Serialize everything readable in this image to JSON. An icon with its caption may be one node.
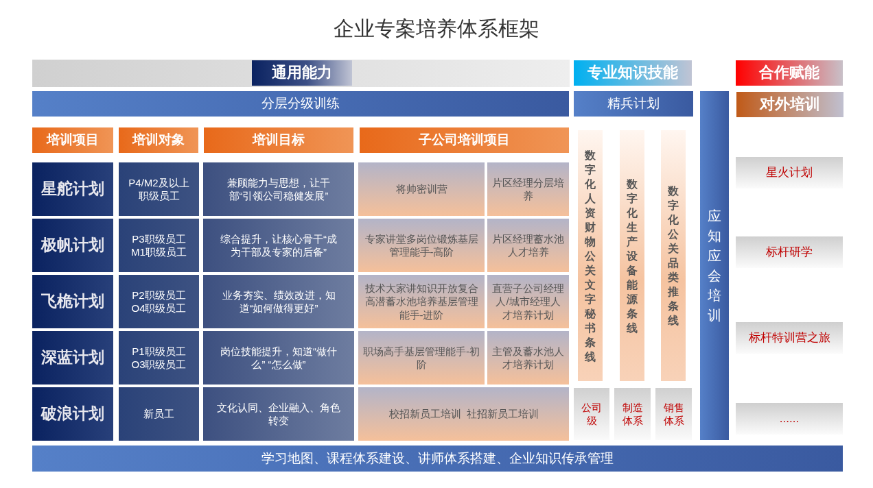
{
  "diagram": {
    "title": "企业专案培养体系框架",
    "nodes": [
      {
        "text": [],
        "shape": "bar"
      },
      {
        "text": [
          "通用能力"
        ],
        "in": 0
      },
      {
        "text": [
          "专业知识技能"
        ]
      },
      {
        "text": [
          "合作赋能"
        ]
      },
      {
        "text": [
          "分层分级训练"
        ]
      },
      {
        "text": [
          "精兵计划"
        ]
      },
      {
        "text": [
          "应知应会培训"
        ]
      },
      {
        "text": [
          "对外培训"
        ]
      },
      {
        "text": [
          "培训项目"
        ]
      },
      {
        "text": [
          "培训对象"
        ]
      },
      {
        "text": [
          "培训目标"
        ]
      },
      {
        "text": [
          "子公司培训项目"
        ]
      },
      {
        "text": [
          "星舵计划"
        ]
      },
      {
        "text": [
          "P4/M2及以上职级员工"
        ]
      },
      {
        "text": [
          "兼顾能力与思想，让干部“引领公司稳健发展”"
        ]
      },
      {
        "text": [
          "将帅密训营"
        ]
      },
      {
        "text": [
          "片区经理分层培养"
        ]
      },
      {
        "text": [
          "极帆计划"
        ]
      },
      {
        "text": [
          "P3职级员工M1职级员工"
        ]
      },
      {
        "text": [
          "综合提升，让核心骨干“成为干部及专家的后备”"
        ]
      },
      {
        "text": [
          "专家讲堂多岗位锻炼基层管理能手-高阶"
        ]
      },
      {
        "text": [
          "片区经理蓄水池人才培养"
        ]
      },
      {
        "text": [
          "飞桅计划"
        ]
      },
      {
        "text": [
          "P2职级员工O4职级员工"
        ]
      },
      {
        "text": [
          "业务夯实、绩效改进，知道“如何做得更好”"
        ]
      },
      {
        "text": [
          "技术大家讲知识开放复合高潜蓄水池培养基层管理能手-进阶"
        ]
      },
      {
        "text": [
          "直营子公司经理人/城市经理人才培养计划"
        ]
      },
      {
        "text": [
          "深蓝计划"
        ]
      },
      {
        "text": [
          "P1职级员工O3职级员工"
        ]
      },
      {
        "text": [
          "岗位技能提升，知道“做什么”  “怎么做”"
        ]
      },
      {
        "text": [
          "职场高手基层管理能手-初阶"
        ]
      },
      {
        "text": [
          "主管及蓄水池人才培养计划"
        ]
      },
      {
        "text": [
          "破浪计划"
        ]
      },
      {
        "text": [
          "新员工"
        ]
      },
      {
        "text": [
          "文化认同、企业融入、角色转变"
        ]
      },
      {
        "text": [
          "校招新员工培训",
          "社招新员工培训"
        ]
      },
      {
        "text": [
          "数字化人资财物公关文字秘书条线"
        ]
      },
      {
        "text": [
          "数字化生产设备能源条线"
        ]
      },
      {
        "text": [
          "数字化公关品类推条线"
        ]
      },
      {
        "text": [
          "公司级"
        ]
      },
      {
        "text": [
          "制造体系"
        ]
      },
      {
        "text": [
          "销售体系"
        ]
      },
      {
        "text": [
          "星火计划"
        ]
      },
      {
        "text": [
          "标杆研学"
        ]
      },
      {
        "text": [
          "标杆特训营之旅"
        ]
      },
      {
        "text": [
          "......"
        ]
      },
      {
        "text": [
          "学习地图、课程体系建设、讲师体系搭建、企业知识传承管理"
        ]
      }
    ],
    "edges": []
  }
}
